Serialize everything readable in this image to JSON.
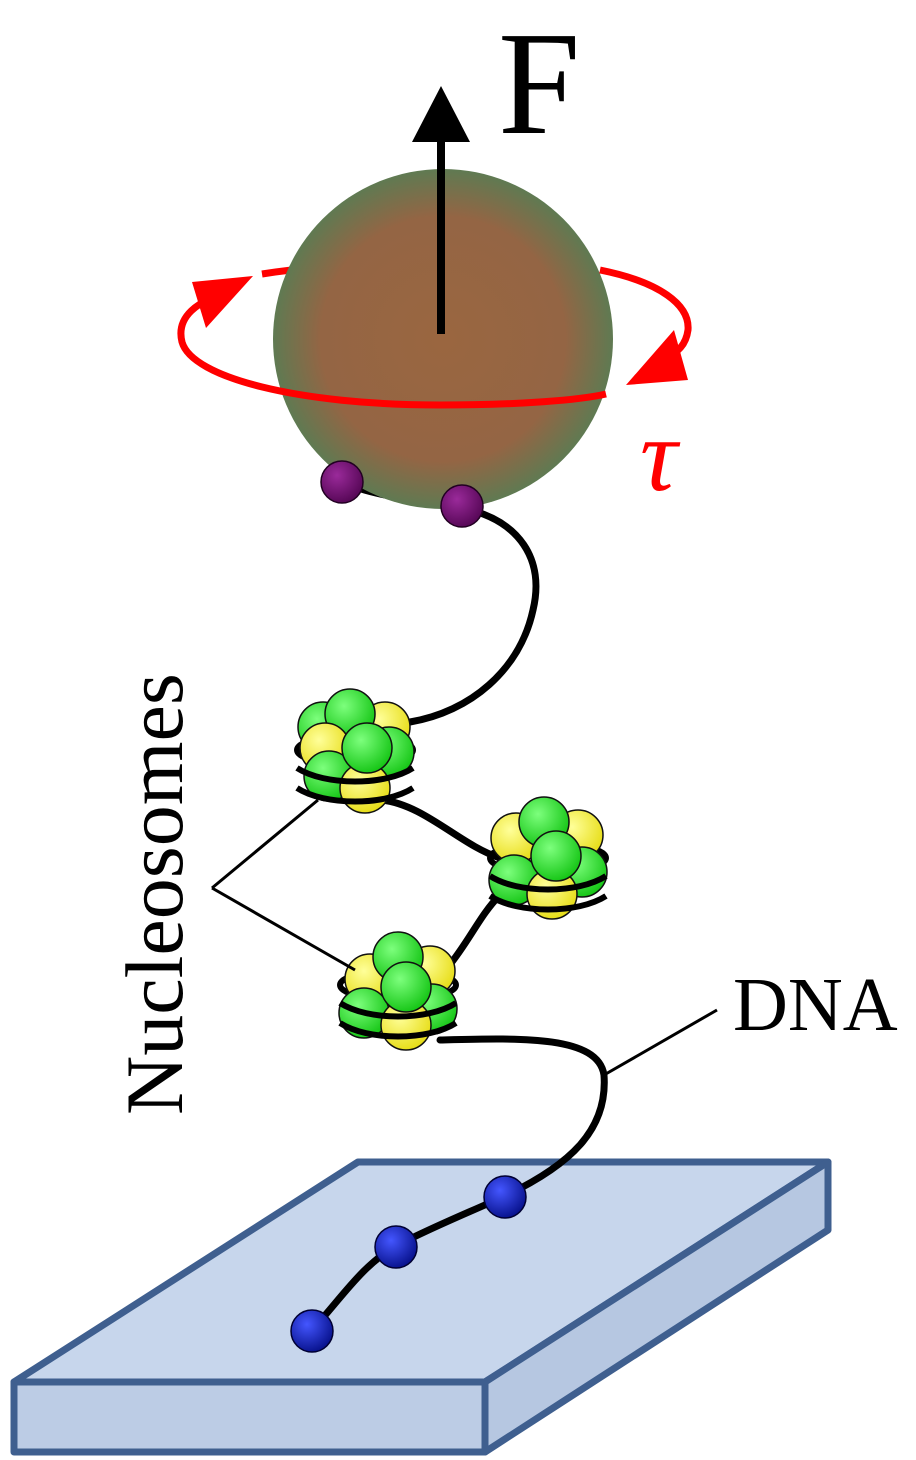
{
  "labels": {
    "force": "F",
    "torque": "τ",
    "dna": "DNA",
    "nucleosomes": "Nucleosomes"
  },
  "colors": {
    "bead": "#9a6640",
    "bead_edge": "#5f7a52",
    "torque": "#ff0000",
    "anchor": "#6a0a6a",
    "surface_anchor": "#0b1aa6",
    "histone_green": "#22dd22",
    "histone_yellow": "#f5f02a",
    "surface_top": "#c7d6ec",
    "surface_edge": "#3f5f8f",
    "dna": "#000000"
  },
  "icons": {
    "force_arrow": "arrow-up-icon",
    "torque_ring": "rotation-arrow-icon"
  }
}
